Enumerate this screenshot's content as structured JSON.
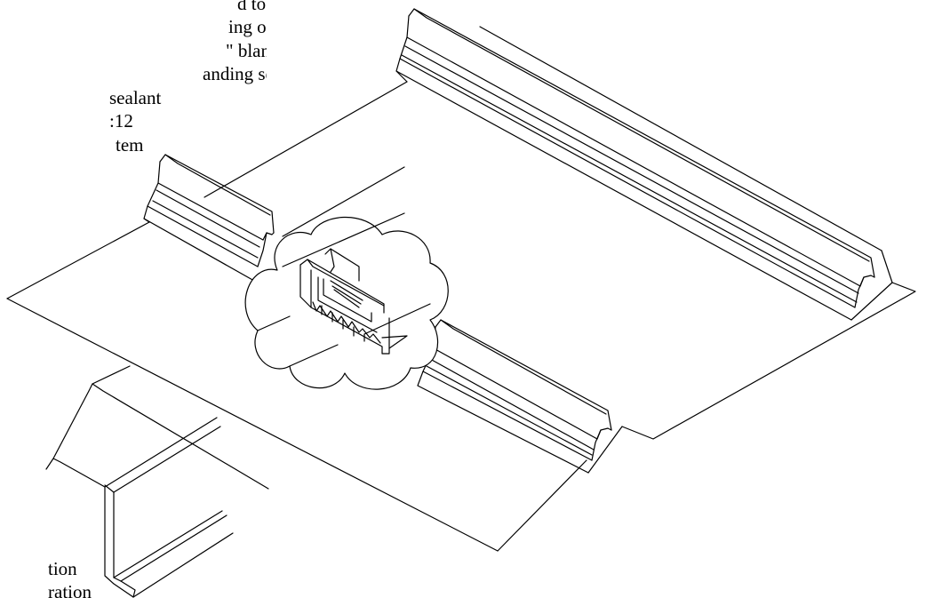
{
  "spec_notes": [
    "d to accommodate thermal movement",
    "ing or solid substrate",
    "\" blanket insulation",
    "anding seam panel",
    " sealant",
    ":12",
    "tem"
  ],
  "bottom_notes": [
    "tion",
    "ration"
  ],
  "colors": {
    "line": "#000000",
    "background": "#ffffff"
  }
}
